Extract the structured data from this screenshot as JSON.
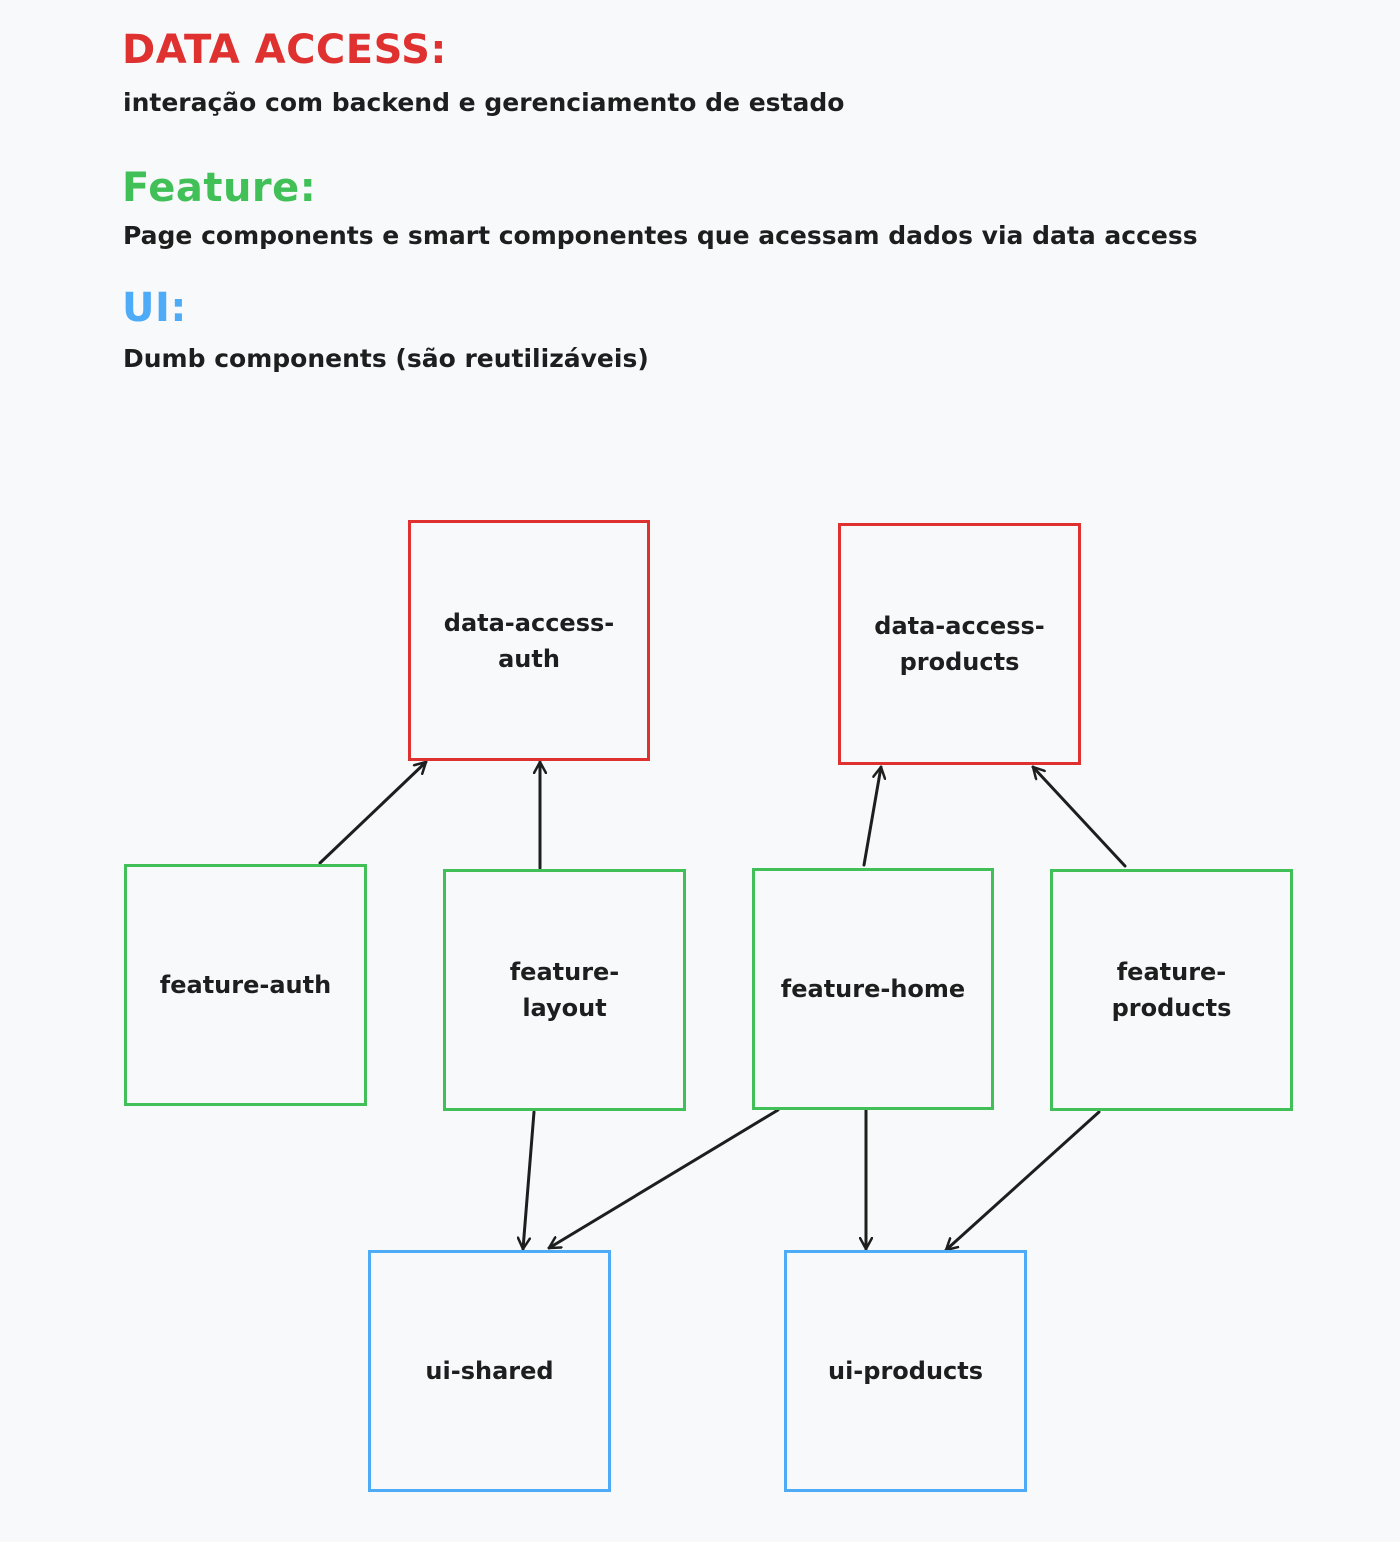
{
  "legend": {
    "data_access": {
      "title": "DATA ACCESS:",
      "description": "interação com backend e gerenciamento de estado"
    },
    "feature": {
      "title": "Feature:",
      "description": "Page components e smart componentes que acessam dados via data access"
    },
    "ui": {
      "title": "UI:",
      "description": "Dumb components (são reutilizáveis)"
    }
  },
  "colors": {
    "data_access": "#e03131",
    "feature": "#40c057",
    "ui": "#4dabf7",
    "arrow": "#1e1e1e",
    "background": "#f8f9fa"
  },
  "nodes": {
    "data_access_auth": "data-access-auth",
    "data_access_products": "data-access-products",
    "feature_auth": "feature-auth",
    "feature_layout": "feature-layout",
    "feature_home": "feature-home",
    "feature_products": "feature-products",
    "ui_shared": "ui-shared",
    "ui_products": "ui-products"
  },
  "edges": [
    {
      "from": "feature-auth",
      "to": "data-access-auth"
    },
    {
      "from": "feature-layout",
      "to": "data-access-auth"
    },
    {
      "from": "feature-home",
      "to": "data-access-products"
    },
    {
      "from": "feature-products",
      "to": "data-access-products"
    },
    {
      "from": "feature-layout",
      "to": "ui-shared"
    },
    {
      "from": "feature-home",
      "to": "ui-shared"
    },
    {
      "from": "feature-home",
      "to": "ui-products"
    },
    {
      "from": "feature-products",
      "to": "ui-products"
    }
  ]
}
